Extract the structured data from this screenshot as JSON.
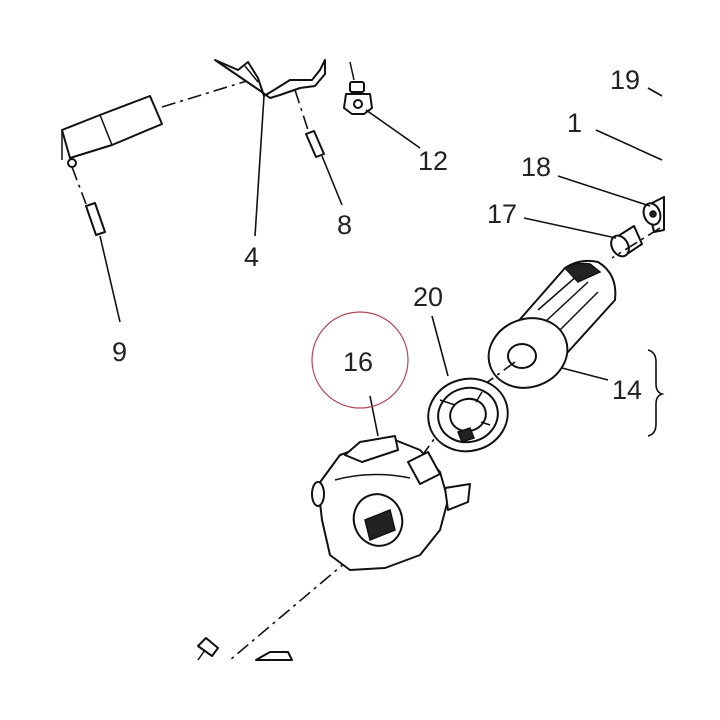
{
  "diagram": {
    "callouts": [
      {
        "id": "c1",
        "label": "1"
      },
      {
        "id": "c4",
        "label": "4"
      },
      {
        "id": "c8",
        "label": "8"
      },
      {
        "id": "c9",
        "label": "9"
      },
      {
        "id": "c12",
        "label": "12"
      },
      {
        "id": "c14",
        "label": "14"
      },
      {
        "id": "c16",
        "label": "16"
      },
      {
        "id": "c17",
        "label": "17"
      },
      {
        "id": "c18",
        "label": "18"
      },
      {
        "id": "c19",
        "label": "19"
      },
      {
        "id": "c20",
        "label": "20"
      }
    ],
    "highlighted_callout": "16",
    "colors": {
      "line": "#111111",
      "label_text": "#222222",
      "highlight_ring": "#b0485a",
      "background": "#ffffff"
    }
  }
}
